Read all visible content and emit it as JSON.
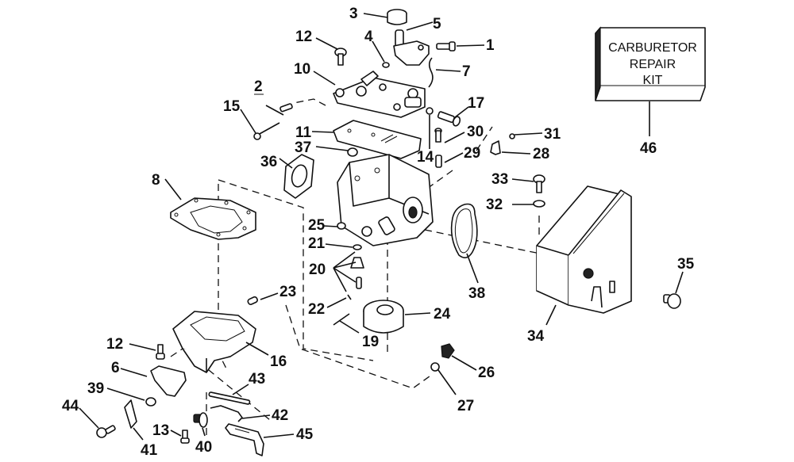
{
  "title": "Carburetor exploded parts diagram",
  "kit_box": {
    "lines": [
      "CARBURETOR",
      "REPAIR",
      "KIT"
    ],
    "callout": "46"
  },
  "callouts": {
    "c1": "1",
    "c2": "2",
    "c3": "3",
    "c4": "4",
    "c5": "5",
    "c6": "6",
    "c7": "7",
    "c8": "8",
    "c10": "10",
    "c11": "11",
    "c12a": "12",
    "c12b": "12",
    "c13": "13",
    "c14": "14",
    "c15": "15",
    "c16": "16",
    "c17": "17",
    "c19": "19",
    "c20": "20",
    "c21": "21",
    "c22": "22",
    "c23": "23",
    "c24": "24",
    "c25": "25",
    "c26": "26",
    "c27": "27",
    "c28": "28",
    "c29": "29",
    "c30": "30",
    "c31": "31",
    "c32": "32",
    "c33": "33",
    "c34": "34",
    "c35": "35",
    "c36": "36",
    "c37": "37",
    "c38": "38",
    "c39": "39",
    "c40": "40",
    "c41": "41",
    "c42": "42",
    "c43": "43",
    "c44": "44",
    "c45": "45"
  },
  "parts": [
    {
      "ref": "1",
      "name": "screw"
    },
    {
      "ref": "2",
      "name": "spring"
    },
    {
      "ref": "3",
      "name": "cap"
    },
    {
      "ref": "4",
      "name": "o-ring"
    },
    {
      "ref": "5",
      "name": "lever"
    },
    {
      "ref": "6",
      "name": "bracket"
    },
    {
      "ref": "7",
      "name": "link"
    },
    {
      "ref": "8",
      "name": "gasket"
    },
    {
      "ref": "10",
      "name": "cover"
    },
    {
      "ref": "11",
      "name": "gasket"
    },
    {
      "ref": "12",
      "name": "screw"
    },
    {
      "ref": "13",
      "name": "screw"
    },
    {
      "ref": "14",
      "name": "washer"
    },
    {
      "ref": "15",
      "name": "needle screw"
    },
    {
      "ref": "16",
      "name": "adapter"
    },
    {
      "ref": "17",
      "name": "screw"
    },
    {
      "ref": "19",
      "name": "pin"
    },
    {
      "ref": "20",
      "name": "needle and seat"
    },
    {
      "ref": "21",
      "name": "gasket"
    },
    {
      "ref": "22",
      "name": "clip"
    },
    {
      "ref": "23",
      "name": "plug"
    },
    {
      "ref": "24",
      "name": "float"
    },
    {
      "ref": "25",
      "name": "fitting"
    },
    {
      "ref": "26",
      "name": "drain screw"
    },
    {
      "ref": "27",
      "name": "washer"
    },
    {
      "ref": "28",
      "name": "clip"
    },
    {
      "ref": "29",
      "name": "spring"
    },
    {
      "ref": "30",
      "name": "screw"
    },
    {
      "ref": "31",
      "name": "screw"
    },
    {
      "ref": "32",
      "name": "washer"
    },
    {
      "ref": "33",
      "name": "screw"
    },
    {
      "ref": "34",
      "name": "silencer"
    },
    {
      "ref": "35",
      "name": "plug"
    },
    {
      "ref": "36",
      "name": "gasket"
    },
    {
      "ref": "37",
      "name": "nut"
    },
    {
      "ref": "38",
      "name": "gasket"
    },
    {
      "ref": "39",
      "name": "washer"
    },
    {
      "ref": "40",
      "name": "knob"
    },
    {
      "ref": "41",
      "name": "lever"
    },
    {
      "ref": "42",
      "name": "link"
    },
    {
      "ref": "43",
      "name": "rod"
    },
    {
      "ref": "44",
      "name": "screw"
    },
    {
      "ref": "45",
      "name": "handle"
    },
    {
      "ref": "46",
      "name": "carburetor repair kit"
    }
  ]
}
